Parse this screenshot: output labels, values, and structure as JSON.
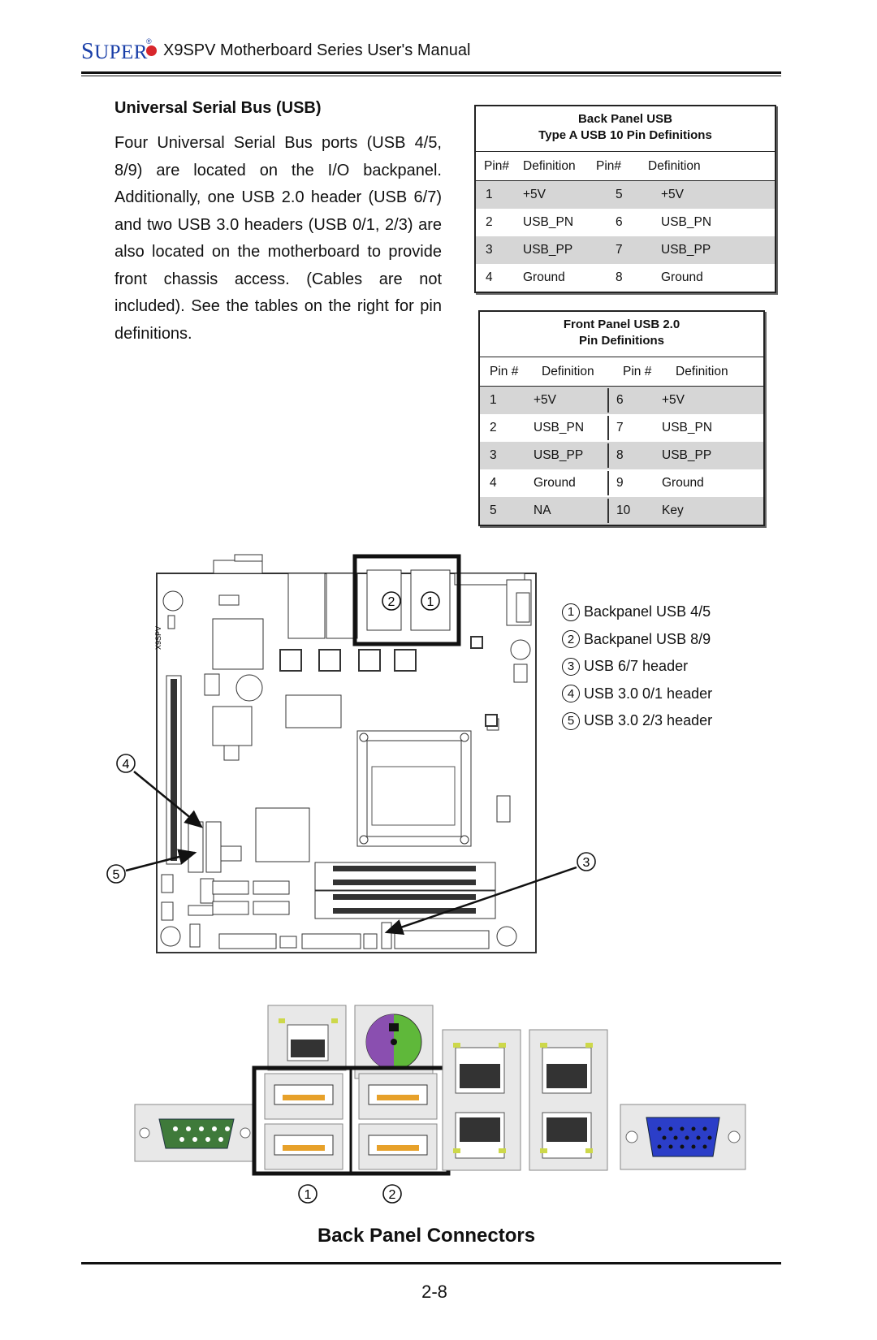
{
  "header": {
    "brand_first": "S",
    "brand_rest": "UPER",
    "brand_mark": "®",
    "title": "X9SPV Motherboard Series User's Manual"
  },
  "section": {
    "title": "Universal Serial Bus (USB)",
    "body": "Four Universal Serial Bus ports (USB 4/5, 8/9) are located on the I/O backpanel. Additionally, one USB 2.0 header (USB 6/7) and two USB 3.0 headers (USB 0/1, 2/3) are also located on the motherboard to provide front chassis access. (Cables are not included). See the tables on the right for pin definitions."
  },
  "table_back": {
    "title1": "Back Panel USB",
    "title2": "Type A USB 10 Pin Definitions",
    "headers": [
      "Pin#",
      "Definition",
      "Pin#",
      "Definition"
    ],
    "rows": [
      [
        "1",
        "+5V",
        "5",
        "+5V"
      ],
      [
        "2",
        "USB_PN",
        "6",
        "USB_PN"
      ],
      [
        "3",
        "USB_PP",
        "7",
        "USB_PP"
      ],
      [
        "4",
        "Ground",
        "8",
        "Ground"
      ]
    ]
  },
  "table_front": {
    "title1": "Front Panel USB 2.0",
    "title2": "Pin Definitions",
    "headers": [
      "Pin #",
      "Definition",
      "Pin #",
      "Definition"
    ],
    "rows": [
      [
        "1",
        "+5V",
        "6",
        "+5V"
      ],
      [
        "2",
        "USB_PN",
        "7",
        "USB_PN"
      ],
      [
        "3",
        "USB_PP",
        "8",
        "USB_PP"
      ],
      [
        "4",
        "Ground",
        "9",
        "Ground"
      ],
      [
        "5",
        "NA",
        "10",
        "Key"
      ]
    ]
  },
  "legend": [
    {
      "num": "1",
      "label": "Backpanel USB 4/5"
    },
    {
      "num": "2",
      "label": "Backpanel USB 8/9"
    },
    {
      "num": "3",
      "label": "USB 6/7 header"
    },
    {
      "num": "4",
      "label": "USB 3.0 0/1 header"
    },
    {
      "num": "5",
      "label": "USB 3.0 2/3 header"
    }
  ],
  "board_callouts": [
    "2",
    "1",
    "4",
    "5",
    "3"
  ],
  "board_label": "X9SPV",
  "backpanel_callouts": [
    "1",
    "2"
  ],
  "caption": "Back Panel Connectors",
  "page_number": "2-8",
  "colors": {
    "brand_blue": "#1a3fa8",
    "brand_red": "#d8262c",
    "row_shade": "#d6d6d6",
    "ps2_green": "#5fb83a",
    "ps2_purple": "#8a4fb0",
    "vga_blue": "#2b3ec8",
    "serial_green": "#3f7a3a"
  }
}
